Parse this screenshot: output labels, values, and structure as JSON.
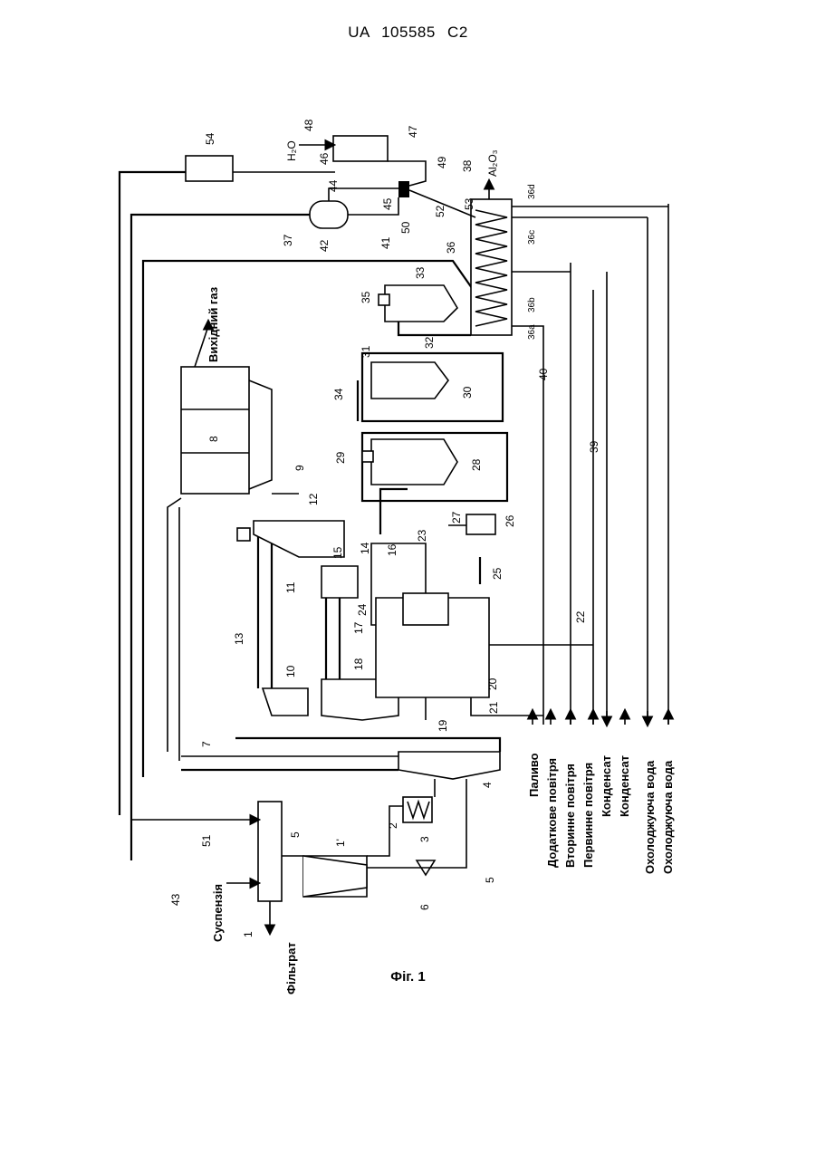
{
  "header": {
    "patent": "UA 105585 C2"
  },
  "figure": {
    "caption": "Фіг. 1",
    "labels": {
      "exhaust_gas": "Вихідний газ",
      "h2o": "H₂O",
      "al2o3": "Al₂O₃",
      "suspension": "Суспензія",
      "filtrate": "Фільтрат"
    },
    "inputs": [
      "Паливо",
      "Додаткове повітря",
      "Вторинне повітря",
      "Первинне повітря",
      "Конденсат",
      "Конденсат",
      "Охолоджуюча вода",
      "Охолоджуюча вода"
    ],
    "ref_numbers": {
      "n1": "1",
      "n1p": "1'",
      "n2": "2",
      "n3": "3",
      "n4": "4",
      "n5a": "5",
      "n5b": "5",
      "n6": "6",
      "n7": "7",
      "n8": "8",
      "n9": "9",
      "n10": "10",
      "n11": "11",
      "n12": "12",
      "n13": "13",
      "n14": "14",
      "n15": "15",
      "n16": "16",
      "n17": "17",
      "n18": "18",
      "n19": "19",
      "n20": "20",
      "n21": "21",
      "n22": "22",
      "n23": "23",
      "n24": "24",
      "n25": "25",
      "n26": "26",
      "n27": "27",
      "n28": "28",
      "n29": "29",
      "n30": "30",
      "n31": "31",
      "n32": "32",
      "n33": "33",
      "n34": "34",
      "n35": "35",
      "n36": "36",
      "n36a": "36a",
      "n36b": "36b",
      "n36c": "36c",
      "n36d": "36d",
      "n37": "37",
      "n38": "38",
      "n39": "39",
      "n40": "40",
      "n41": "41",
      "n42": "42",
      "n43": "43",
      "n44": "44",
      "n45": "45",
      "n46": "46",
      "n47": "47",
      "n48": "48",
      "n49": "49",
      "n50": "50",
      "n51": "51",
      "n52": "52",
      "n53": "53",
      "n54": "54"
    }
  }
}
